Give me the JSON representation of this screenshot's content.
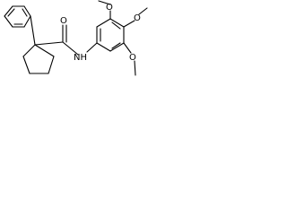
{
  "molecule": {
    "atom_labels": {
      "carbonyl_oxygen": "O",
      "amide_nitrogen": "NH",
      "methoxy_top": "O",
      "methoxy_upper_right": "O",
      "methoxy_lower_right": "O"
    }
  }
}
